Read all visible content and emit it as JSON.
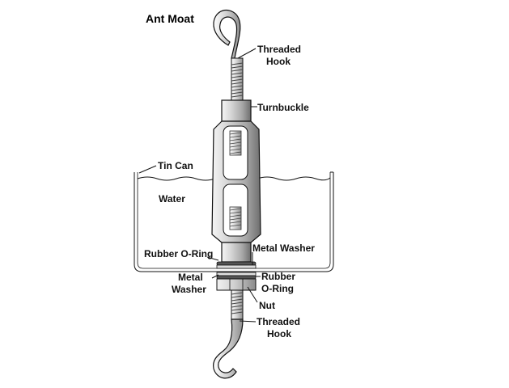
{
  "title": "Ant Moat",
  "labels": {
    "threaded_hook_top": [
      "Threaded",
      "Hook"
    ],
    "turnbuckle": "Turnbuckle",
    "tin_can": "Tin Can",
    "water": "Water",
    "rubber_oring_left": "Rubber O-Ring",
    "metal_washer_right": "Metal Washer",
    "metal_washer_left": [
      "Metal",
      "Washer"
    ],
    "rubber_oring_right": [
      "Rubber",
      "O-Ring"
    ],
    "nut": "Nut",
    "threaded_hook_bottom": [
      "Threaded",
      "Hook"
    ]
  },
  "colors": {
    "stroke": "#111111",
    "metal_light": "#e6e6e6",
    "metal_mid": "#b8b8b8",
    "metal_dark": "#7a7a7a",
    "background": "#ffffff"
  }
}
